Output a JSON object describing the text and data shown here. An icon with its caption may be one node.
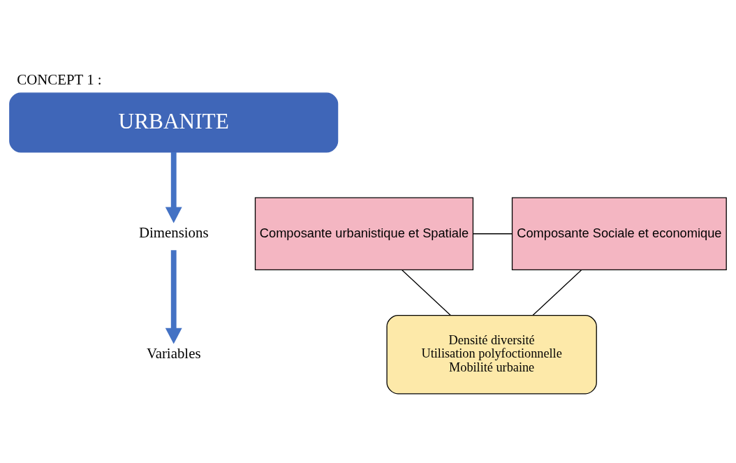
{
  "diagram": {
    "title": "CONCEPT 1 :",
    "nodes": [
      {
        "text": [
          "URBANITE"
        ]
      },
      {
        "text": [
          "Dimensions"
        ]
      },
      {
        "text": [
          "Composante urbanistique et Spatiale"
        ]
      },
      {
        "text": [
          "Composante Sociale et economique"
        ]
      },
      {
        "text": [
          "Variables"
        ]
      },
      {
        "text": [
          "Densité diversité",
          "Utilisation polyfoctionnelle",
          "Mobilité urbaine"
        ]
      }
    ],
    "edges": [
      {
        "from": 0,
        "to": 1,
        "arrow": "to",
        "style": "thick",
        "color": "#4472c4"
      },
      {
        "from": 2,
        "to": 3,
        "arrow": "none"
      },
      {
        "from": 2,
        "to": 5,
        "arrow": "none"
      },
      {
        "from": 3,
        "to": 5,
        "arrow": "none"
      },
      {
        "from": 1,
        "to": 4,
        "arrow": "to",
        "style": "thick",
        "color": "#4472c4"
      }
    ]
  }
}
